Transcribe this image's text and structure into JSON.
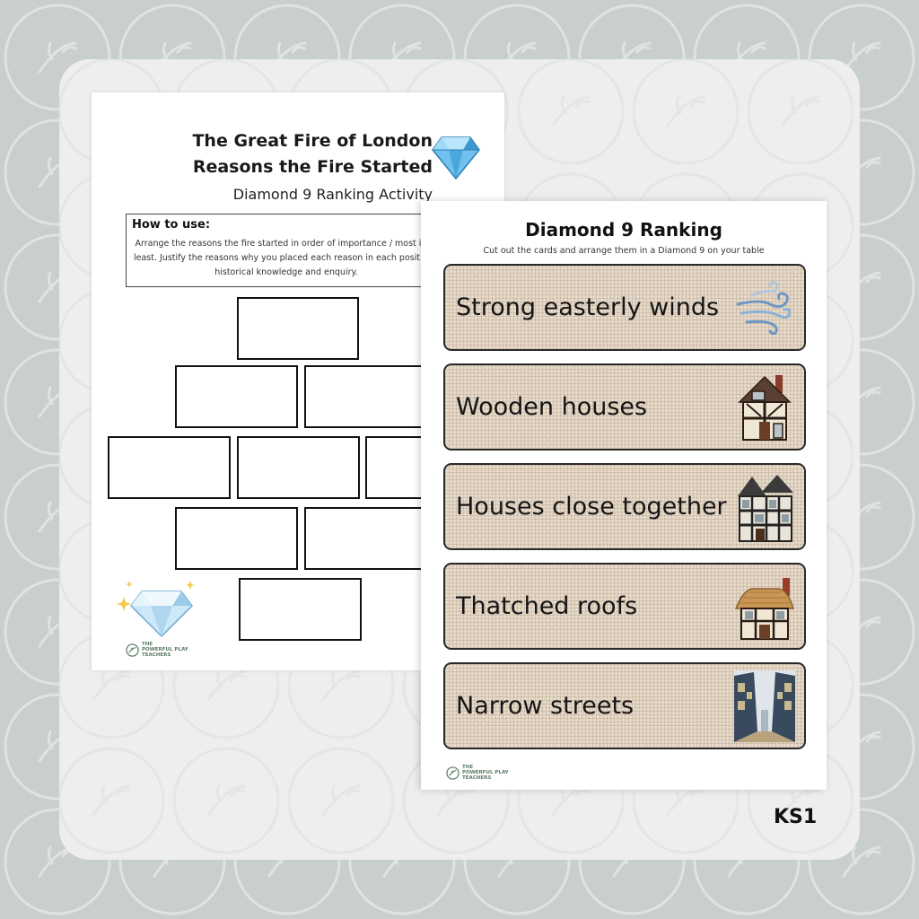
{
  "worksheet": {
    "title_line1": "The Great Fire of London",
    "title_line2": "Reasons the Fire Started",
    "subtitle": "Diamond 9 Ranking Activity",
    "how_to_heading": "How to use:",
    "how_to_line1": "Arrange the reasons the fire started in order of importance / most influ",
    "how_to_line2": "least. Justify the reasons why you placed each reason in each position (",
    "how_to_line3": "historical knowledge and enquiry.",
    "logo_line1": "THE",
    "logo_line2": "POWERFUL PLAY",
    "logo_line3": "TEACHERS"
  },
  "cards_sheet": {
    "title": "Diamond 9 Ranking",
    "subtitle": "Cut out the cards and arrange them in a Diamond 9 on your table",
    "cards": [
      {
        "label": "Strong easterly winds",
        "icon": "wind-icon"
      },
      {
        "label": "Wooden houses",
        "icon": "wooden-house-icon"
      },
      {
        "label": "Houses close together",
        "icon": "tudor-house-icon"
      },
      {
        "label": "Thatched roofs",
        "icon": "thatched-house-icon"
      },
      {
        "label": "Narrow streets",
        "icon": "narrow-street-icon"
      }
    ],
    "logo_line1": "THE",
    "logo_line2": "POWERFUL PLAY",
    "logo_line3": "TEACHERS"
  },
  "badge": "KS1",
  "colors": {
    "background": "#c9cfcc",
    "panel": "#edeeed",
    "card_fabric": "#e6d8c7",
    "gem_blue": "#5ab3e8"
  }
}
